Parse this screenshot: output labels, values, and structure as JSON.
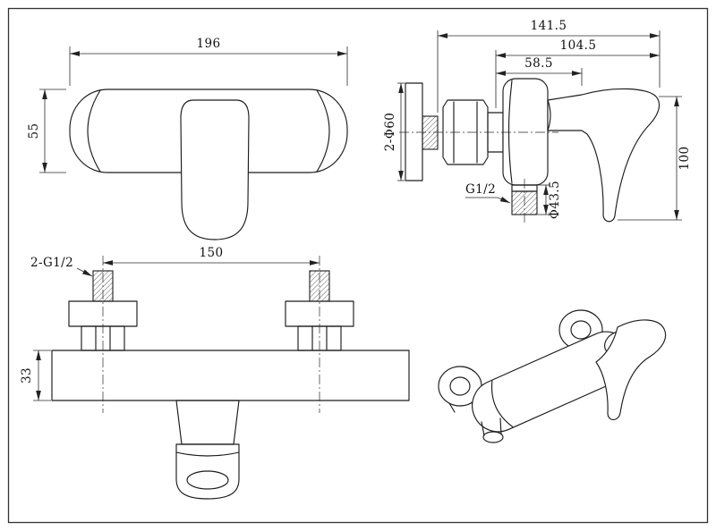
{
  "drawing": {
    "views": {
      "front": {
        "width": "196",
        "height": "55"
      },
      "side": {
        "total_depth": "141.5",
        "depth_minor": "104.5",
        "wall_to_pivot": "58.5",
        "flange_diameter": "2-Φ60",
        "outlet_thread": "G1/2",
        "outlet_diameter": "Φ43.5",
        "handle_height": "100"
      },
      "bottom": {
        "inlet_thread": "2-G1/2",
        "inlet_spacing": "150",
        "body_height": "33"
      }
    }
  }
}
